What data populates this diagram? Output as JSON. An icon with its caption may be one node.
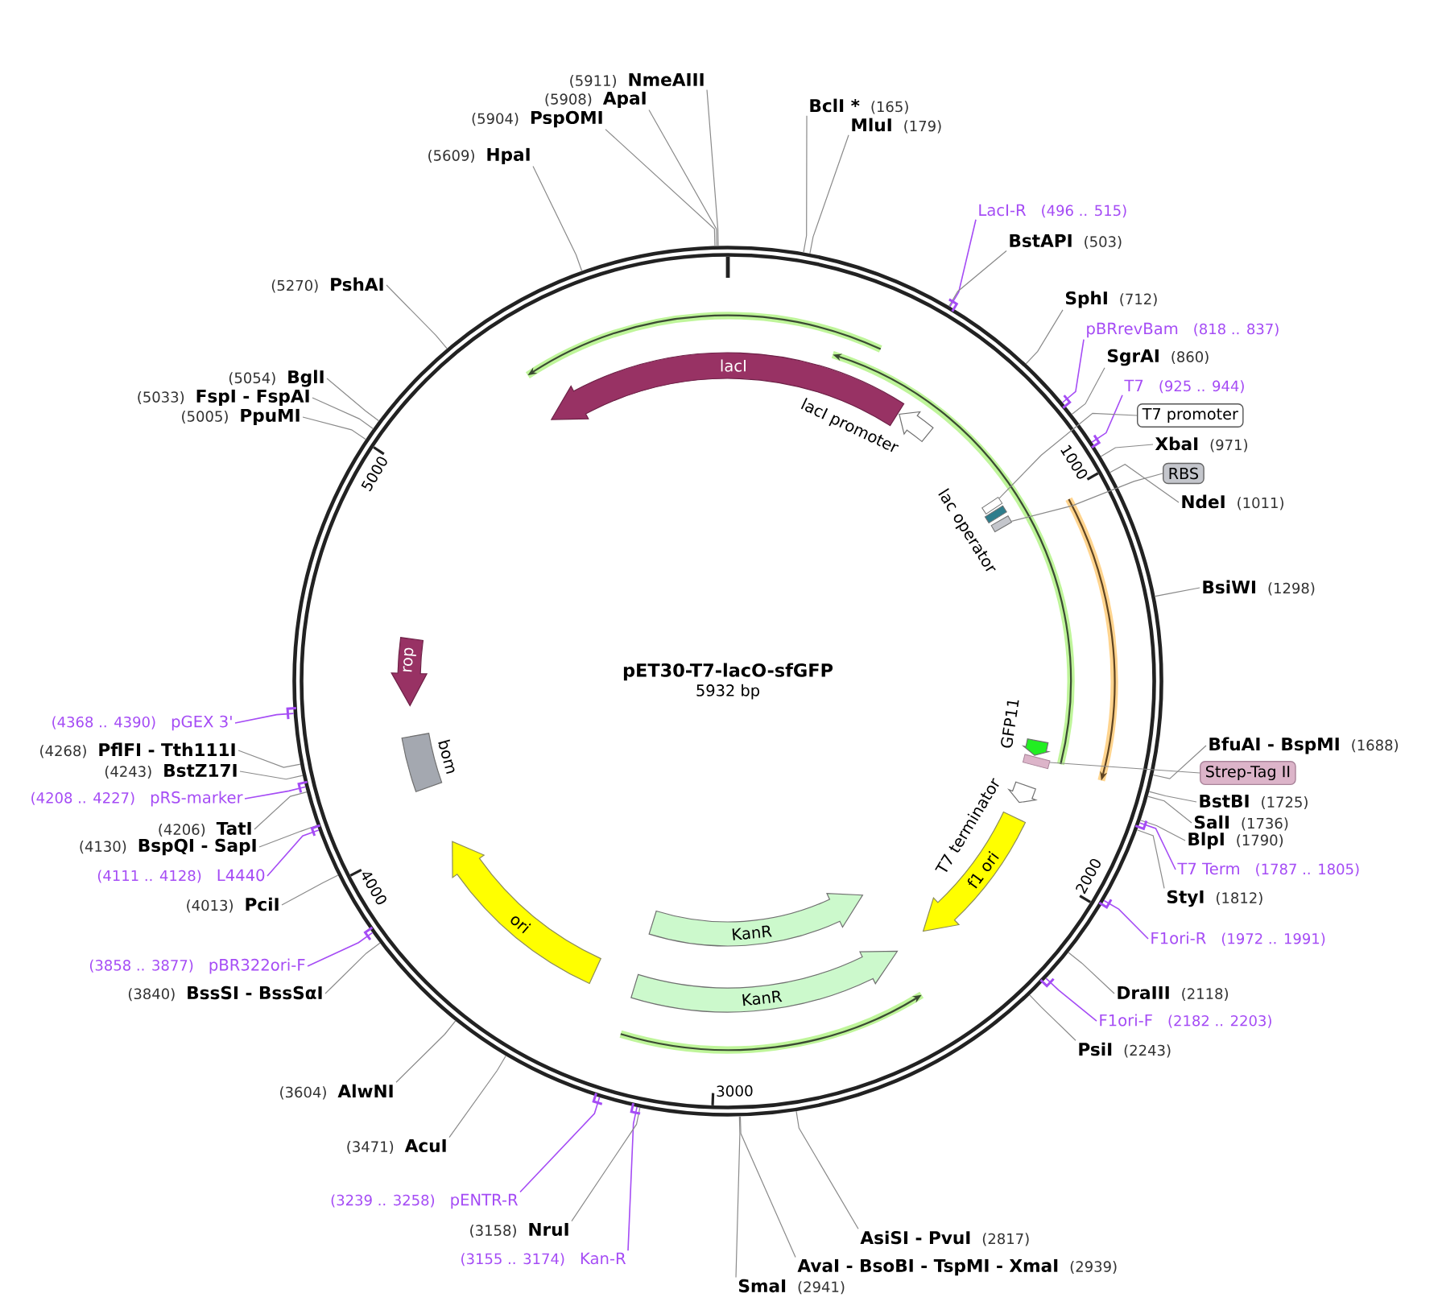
{
  "diagram": {
    "nodes": [
      {
        "text": [
          "pET30-T7-lacO-sfGFP",
          "5932 bp"
        ]
      },
      {
        "text": [
          "lacI"
        ],
        "in": 0
      },
      {
        "text": [
          "lacI promoter"
        ],
        "in": 0
      },
      {
        "text": [
          "lac operator"
        ],
        "in": 0
      },
      {
        "text": [
          "GFP11"
        ],
        "in": 0
      },
      {
        "text": [
          "T7 terminator"
        ],
        "in": 0
      },
      {
        "text": [
          "f1 ori"
        ],
        "in": 0
      },
      {
        "text": [
          "KanR"
        ],
        "in": 0
      },
      {
        "text": [
          "KanR"
        ],
        "in": 0
      },
      {
        "text": [
          "ori"
        ],
        "in": 0
      },
      {
        "text": [
          "bom"
        ],
        "in": 0
      },
      {
        "text": [
          "rop"
        ],
        "in": 0
      },
      {
        "text": [],
        "shape": "box",
        "in": 0
      },
      {
        "text": [],
        "shape": "box",
        "in": 0
      },
      {
        "text": [],
        "shape": "box",
        "in": 0
      },
      {
        "text": [
          "BclI *",
          "(165)"
        ]
      },
      {
        "text": [
          "MluI",
          "(179)"
        ]
      },
      {
        "text": [
          "LacI-R",
          "(496 .. 515)"
        ]
      },
      {
        "text": [
          "BstAPI",
          "(503)"
        ]
      },
      {
        "text": [
          "SphI",
          "(712)"
        ]
      },
      {
        "text": [
          "pBRrevBam",
          "(818 .. 837)"
        ]
      },
      {
        "text": [
          "SgrAI",
          "(860)"
        ]
      },
      {
        "text": [
          "T7",
          "(925 .. 944)"
        ]
      },
      {
        "text": [
          "T7 promoter"
        ]
      },
      {
        "text": [
          "XbaI",
          "(971)"
        ]
      },
      {
        "text": [
          "RBS"
        ]
      },
      {
        "text": [
          "NdeI",
          "(1011)"
        ]
      },
      {
        "text": [
          "BsiWI",
          "(1298)"
        ]
      },
      {
        "text": [
          "BfuAI - BspMI",
          "(1688)"
        ]
      },
      {
        "text": [
          "Strep-Tag II"
        ]
      },
      {
        "text": [
          "BstBI",
          "(1725)"
        ]
      },
      {
        "text": [
          "SalI",
          "(1736)"
        ]
      },
      {
        "text": [
          "BlpI",
          "(1790)"
        ]
      },
      {
        "text": [
          "T7 Term",
          "(1787 .. 1805)"
        ]
      },
      {
        "text": [
          "StyI",
          "(1812)"
        ]
      },
      {
        "text": [
          "F1ori-R",
          "(1972 .. 1991)"
        ]
      },
      {
        "text": [
          "DraIII",
          "(2118)"
        ]
      },
      {
        "text": [
          "F1ori-F",
          "(2182 .. 2203)"
        ]
      },
      {
        "text": [
          "PsiI",
          "(2243)"
        ]
      },
      {
        "text": [
          "AsiSI - PvuI",
          "(2817)"
        ]
      },
      {
        "text": [
          "AvaI - BsoBI - TspMI - XmaI",
          "(2939)"
        ]
      },
      {
        "text": [
          "SmaI",
          "(2941)"
        ]
      },
      {
        "text": [
          "(3155 .. 3174)",
          "Kan-R"
        ]
      },
      {
        "text": [
          "(3158)",
          "NruI"
        ]
      },
      {
        "text": [
          "(3239 .. 3258)",
          "pENTR-R"
        ]
      },
      {
        "text": [
          "(3471)",
          "AcuI"
        ]
      },
      {
        "text": [
          "(3604)",
          "AlwNI"
        ]
      },
      {
        "text": [
          "(3840)",
          "BssSI - BssSαI"
        ]
      },
      {
        "text": [
          "(3858 .. 3877)",
          "pBR322ori-F"
        ]
      },
      {
        "text": [
          "(4013)",
          "PciI"
        ]
      },
      {
        "text": [
          "(4111 .. 4128)",
          "L4440"
        ]
      },
      {
        "text": [
          "(4130)",
          "BspQI - SapI"
        ]
      },
      {
        "text": [
          "(4206)",
          "TatI"
        ]
      },
      {
        "text": [
          "(4208 .. 4227)",
          "pRS-marker"
        ]
      },
      {
        "text": [
          "(4243)",
          "BstZ17I"
        ]
      },
      {
        "text": [
          "(4268)",
          "PflFI - Tth111I"
        ]
      },
      {
        "text": [
          "(4368 .. 4390)",
          "pGEX 3'"
        ]
      },
      {
        "text": [
          "(5005)",
          "PpuMI"
        ]
      },
      {
        "text": [
          "(5033)",
          "FspI - FspAI"
        ]
      },
      {
        "text": [
          "(5054)",
          "BglI"
        ]
      },
      {
        "text": [
          "(5270)",
          "PshAI"
        ]
      },
      {
        "text": [
          "(5609)",
          "HpaI"
        ]
      },
      {
        "text": [
          "(5904)",
          "PspOMI"
        ]
      },
      {
        "text": [
          "(5908)",
          "ApaI"
        ]
      },
      {
        "text": [
          "(5911)",
          "NmeAIII"
        ]
      }
    ],
    "edges": [
      {
        "from": 15,
        "to": 0,
        "arrow": "none"
      },
      {
        "from": 16,
        "to": 0,
        "arrow": "none"
      },
      {
        "from": 17,
        "to": 0,
        "arrow": "none",
        "color": "#a54cf5"
      },
      {
        "from": 18,
        "to": 0,
        "arrow": "none"
      },
      {
        "from": 19,
        "to": 0,
        "arrow": "none"
      },
      {
        "from": 20,
        "to": 0,
        "arrow": "none",
        "color": "#a54cf5"
      },
      {
        "from": 21,
        "to": 0,
        "arrow": "none"
      },
      {
        "from": 22,
        "to": 0,
        "arrow": "none",
        "color": "#a54cf5"
      },
      {
        "from": 23,
        "to": 12,
        "arrow": "none"
      },
      {
        "from": 24,
        "to": 0,
        "arrow": "none"
      },
      {
        "from": 25,
        "to": 13,
        "arrow": "none"
      },
      {
        "from": 26,
        "to": 0,
        "arrow": "none"
      },
      {
        "from": 27,
        "to": 0,
        "arrow": "none"
      },
      {
        "from": 28,
        "to": 0,
        "arrow": "none"
      },
      {
        "from": 29,
        "to": 14,
        "arrow": "none"
      },
      {
        "from": 30,
        "to": 0,
        "arrow": "none"
      },
      {
        "from": 31,
        "to": 0,
        "arrow": "none"
      },
      {
        "from": 32,
        "to": 0,
        "arrow": "none"
      },
      {
        "from": 33,
        "to": 0,
        "arrow": "none",
        "color": "#a54cf5"
      },
      {
        "from": 34,
        "to": 0,
        "arrow": "none"
      },
      {
        "from": 35,
        "to": 0,
        "arrow": "none",
        "color": "#a54cf5"
      },
      {
        "from": 36,
        "to": 0,
        "arrow": "none"
      },
      {
        "from": 37,
        "to": 0,
        "arrow": "none",
        "color": "#a54cf5"
      },
      {
        "from": 38,
        "to": 0,
        "arrow": "none"
      },
      {
        "from": 39,
        "to": 0,
        "arrow": "none"
      },
      {
        "from": 40,
        "to": 0,
        "arrow": "none"
      },
      {
        "from": 41,
        "to": 0,
        "arrow": "none"
      },
      {
        "from": 42,
        "to": 0,
        "arrow": "none",
        "color": "#a54cf5"
      },
      {
        "from": 43,
        "to": 0,
        "arrow": "none"
      },
      {
        "from": 44,
        "to": 0,
        "arrow": "none",
        "color": "#a54cf5"
      },
      {
        "from": 45,
        "to": 0,
        "arrow": "none"
      },
      {
        "from": 46,
        "to": 0,
        "arrow": "none"
      },
      {
        "from": 47,
        "to": 0,
        "arrow": "none"
      },
      {
        "from": 48,
        "to": 0,
        "arrow": "none",
        "color": "#a54cf5"
      },
      {
        "from": 49,
        "to": 0,
        "arrow": "none"
      },
      {
        "from": 50,
        "to": 0,
        "arrow": "none",
        "color": "#a54cf5"
      },
      {
        "from": 51,
        "to": 0,
        "arrow": "none"
      },
      {
        "from": 52,
        "to": 0,
        "arrow": "none"
      },
      {
        "from": 53,
        "to": 0,
        "arrow": "none",
        "color": "#a54cf5"
      },
      {
        "from": 54,
        "to": 0,
        "arrow": "none"
      },
      {
        "from": 55,
        "to": 0,
        "arrow": "none"
      },
      {
        "from": 56,
        "to": 0,
        "arrow": "none",
        "color": "#a54cf5"
      },
      {
        "from": 57,
        "to": 0,
        "arrow": "none"
      },
      {
        "from": 58,
        "to": 0,
        "arrow": "none"
      },
      {
        "from": 59,
        "to": 0,
        "arrow": "none"
      },
      {
        "from": 60,
        "to": 0,
        "arrow": "none"
      },
      {
        "from": 61,
        "to": 0,
        "arrow": "none"
      },
      {
        "from": 62,
        "to": 0,
        "arrow": "none"
      },
      {
        "from": 63,
        "to": 0,
        "arrow": "none"
      },
      {
        "from": 64,
        "to": 0,
        "arrow": "none"
      }
    ],
    "labels": [
      "1000",
      "2000",
      "3000",
      "4000",
      "5000"
    ]
  }
}
